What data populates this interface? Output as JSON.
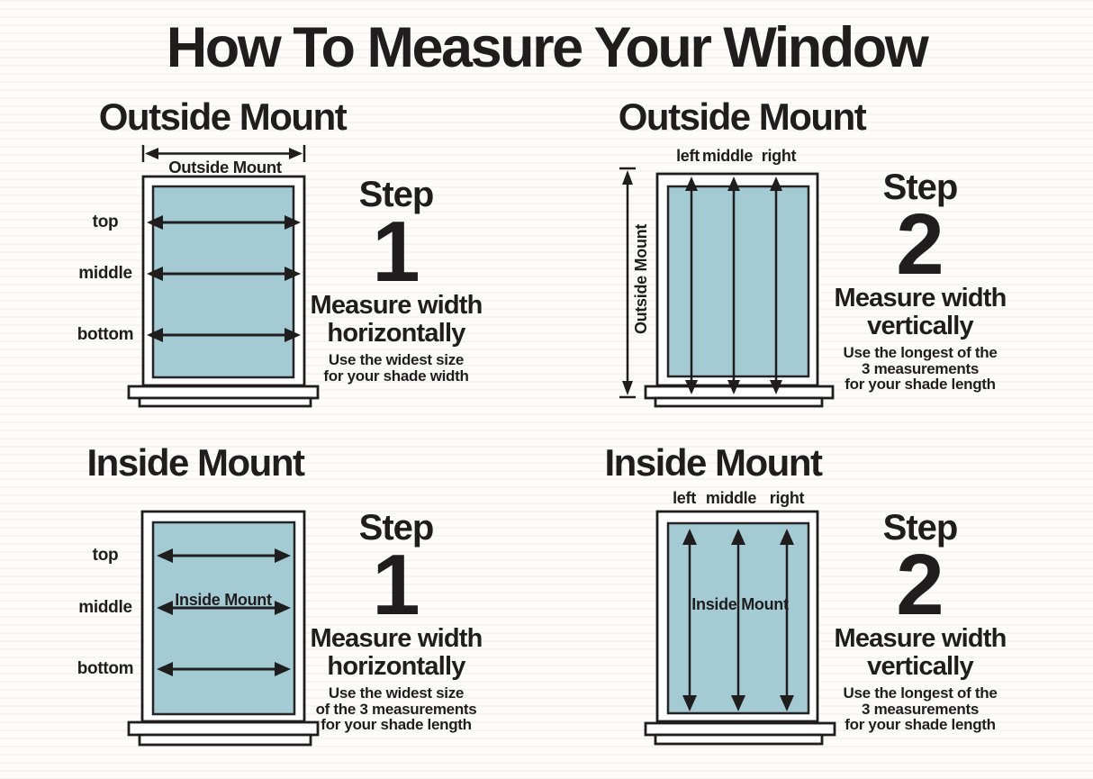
{
  "page": {
    "title": "How To Measure Your Window"
  },
  "colors": {
    "glass": "#a4cbd3",
    "frame_fill": "#ffffff",
    "line_and_text": "#201d1e",
    "background": "#fdfcfb"
  },
  "quadrants": {
    "outside_horizontal": {
      "heading": "Outside Mount",
      "dimension_label": "Outside Mount",
      "row_labels": [
        "top",
        "middle",
        "bottom"
      ],
      "step_label": "Step",
      "step_number": "1",
      "instruction_line1": "Measure width",
      "instruction_line2": "horizontally",
      "note_lines": [
        "Use the widest size",
        "for your shade width"
      ]
    },
    "outside_vertical": {
      "heading": "Outside Mount",
      "column_labels": [
        "left",
        "middle",
        "right"
      ],
      "dimension_label": "Outside Mount",
      "step_label": "Step",
      "step_number": "2",
      "instruction_line1": "Measure width",
      "instruction_line2": "vertically",
      "note_lines": [
        "Use the longest of the",
        "3 measurements",
        "for your shade length"
      ]
    },
    "inside_horizontal": {
      "heading": "Inside Mount",
      "row_labels": [
        "top",
        "middle",
        "bottom"
      ],
      "glass_label": "Inside Mount",
      "step_label": "Step",
      "step_number": "1",
      "instruction_line1": "Measure width",
      "instruction_line2": "horizontally",
      "note_lines": [
        "Use the widest size",
        "of the 3 measurements",
        "for your shade length"
      ]
    },
    "inside_vertical": {
      "heading": "Inside Mount",
      "column_labels": [
        "left",
        "middle",
        "right"
      ],
      "glass_label": "Inside Mount",
      "step_label": "Step",
      "step_number": "2",
      "instruction_line1": "Measure width",
      "instruction_line2": "vertically",
      "note_lines": [
        "Use the longest of the",
        "3 measurements",
        "for your shade length"
      ]
    }
  }
}
